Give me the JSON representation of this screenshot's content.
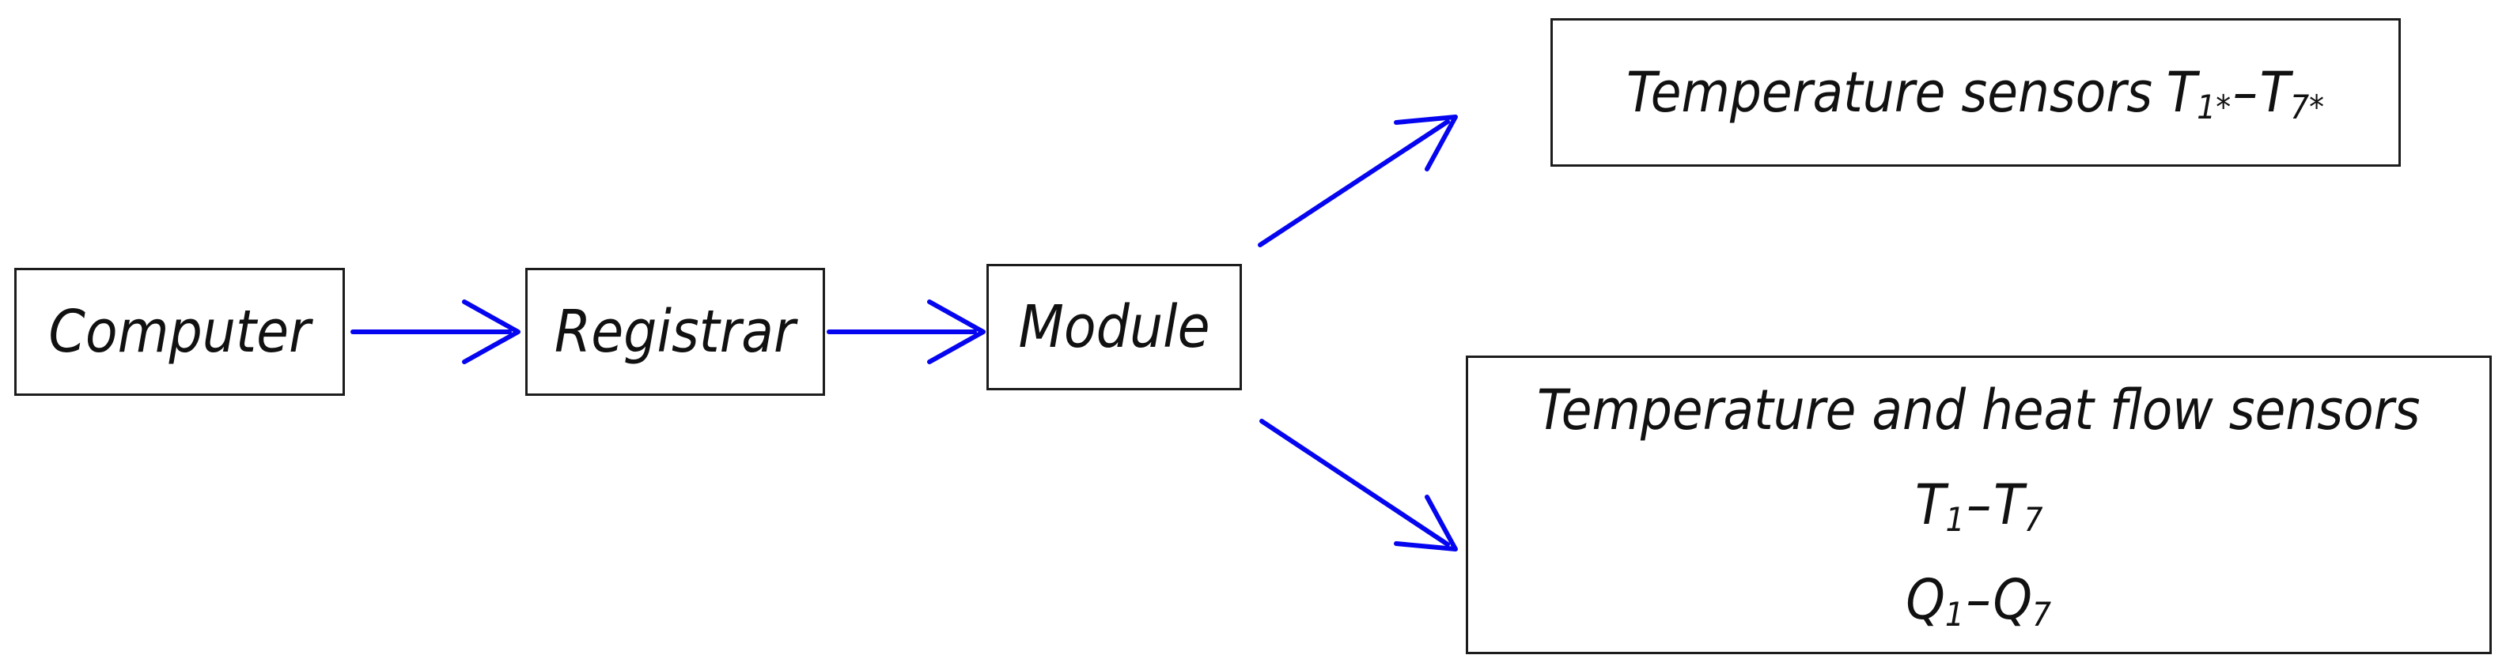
{
  "colors": {
    "arrow": "#0505f0",
    "box_border": "#1c1c1c",
    "text": "#111111",
    "background": "#ffffff"
  },
  "nodes": {
    "computer": {
      "label": "Computer"
    },
    "registrar": {
      "label": "Registrar"
    },
    "module": {
      "label": "Module"
    },
    "temperature_sensors": {
      "prefix": "Temperature sensors",
      "symbol": "T",
      "sub_from": "1*",
      "dash": "–",
      "sub_to": "7*"
    },
    "temperature_heat_flow_sensors": {
      "title": "Temperature and heat flow sensors",
      "t_symbol": "T",
      "q_symbol": "Q",
      "sub_from": "1",
      "dash": "–",
      "sub_to": "7"
    }
  }
}
